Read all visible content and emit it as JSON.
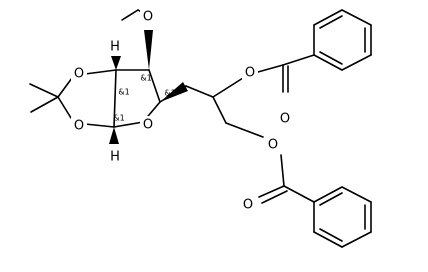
{
  "diagram_type": "chemical-structure",
  "colors": {
    "bond": "#000000",
    "background": "#ffffff"
  },
  "atoms": {
    "o_methoxy": "O",
    "o_dioxolane_top": "O",
    "o_dioxolane_bottom": "O",
    "o_furanose_ring": "O",
    "o_ester_1": "O",
    "o_carbonyl_1": "O",
    "o_ester_2": "O",
    "o_carbonyl_2": "O",
    "h_top": "H",
    "h_bottom": "H"
  },
  "stereo_labels": {
    "c3": "&1",
    "c3a": "&1",
    "c6a": "&1",
    "c5": "&1"
  }
}
